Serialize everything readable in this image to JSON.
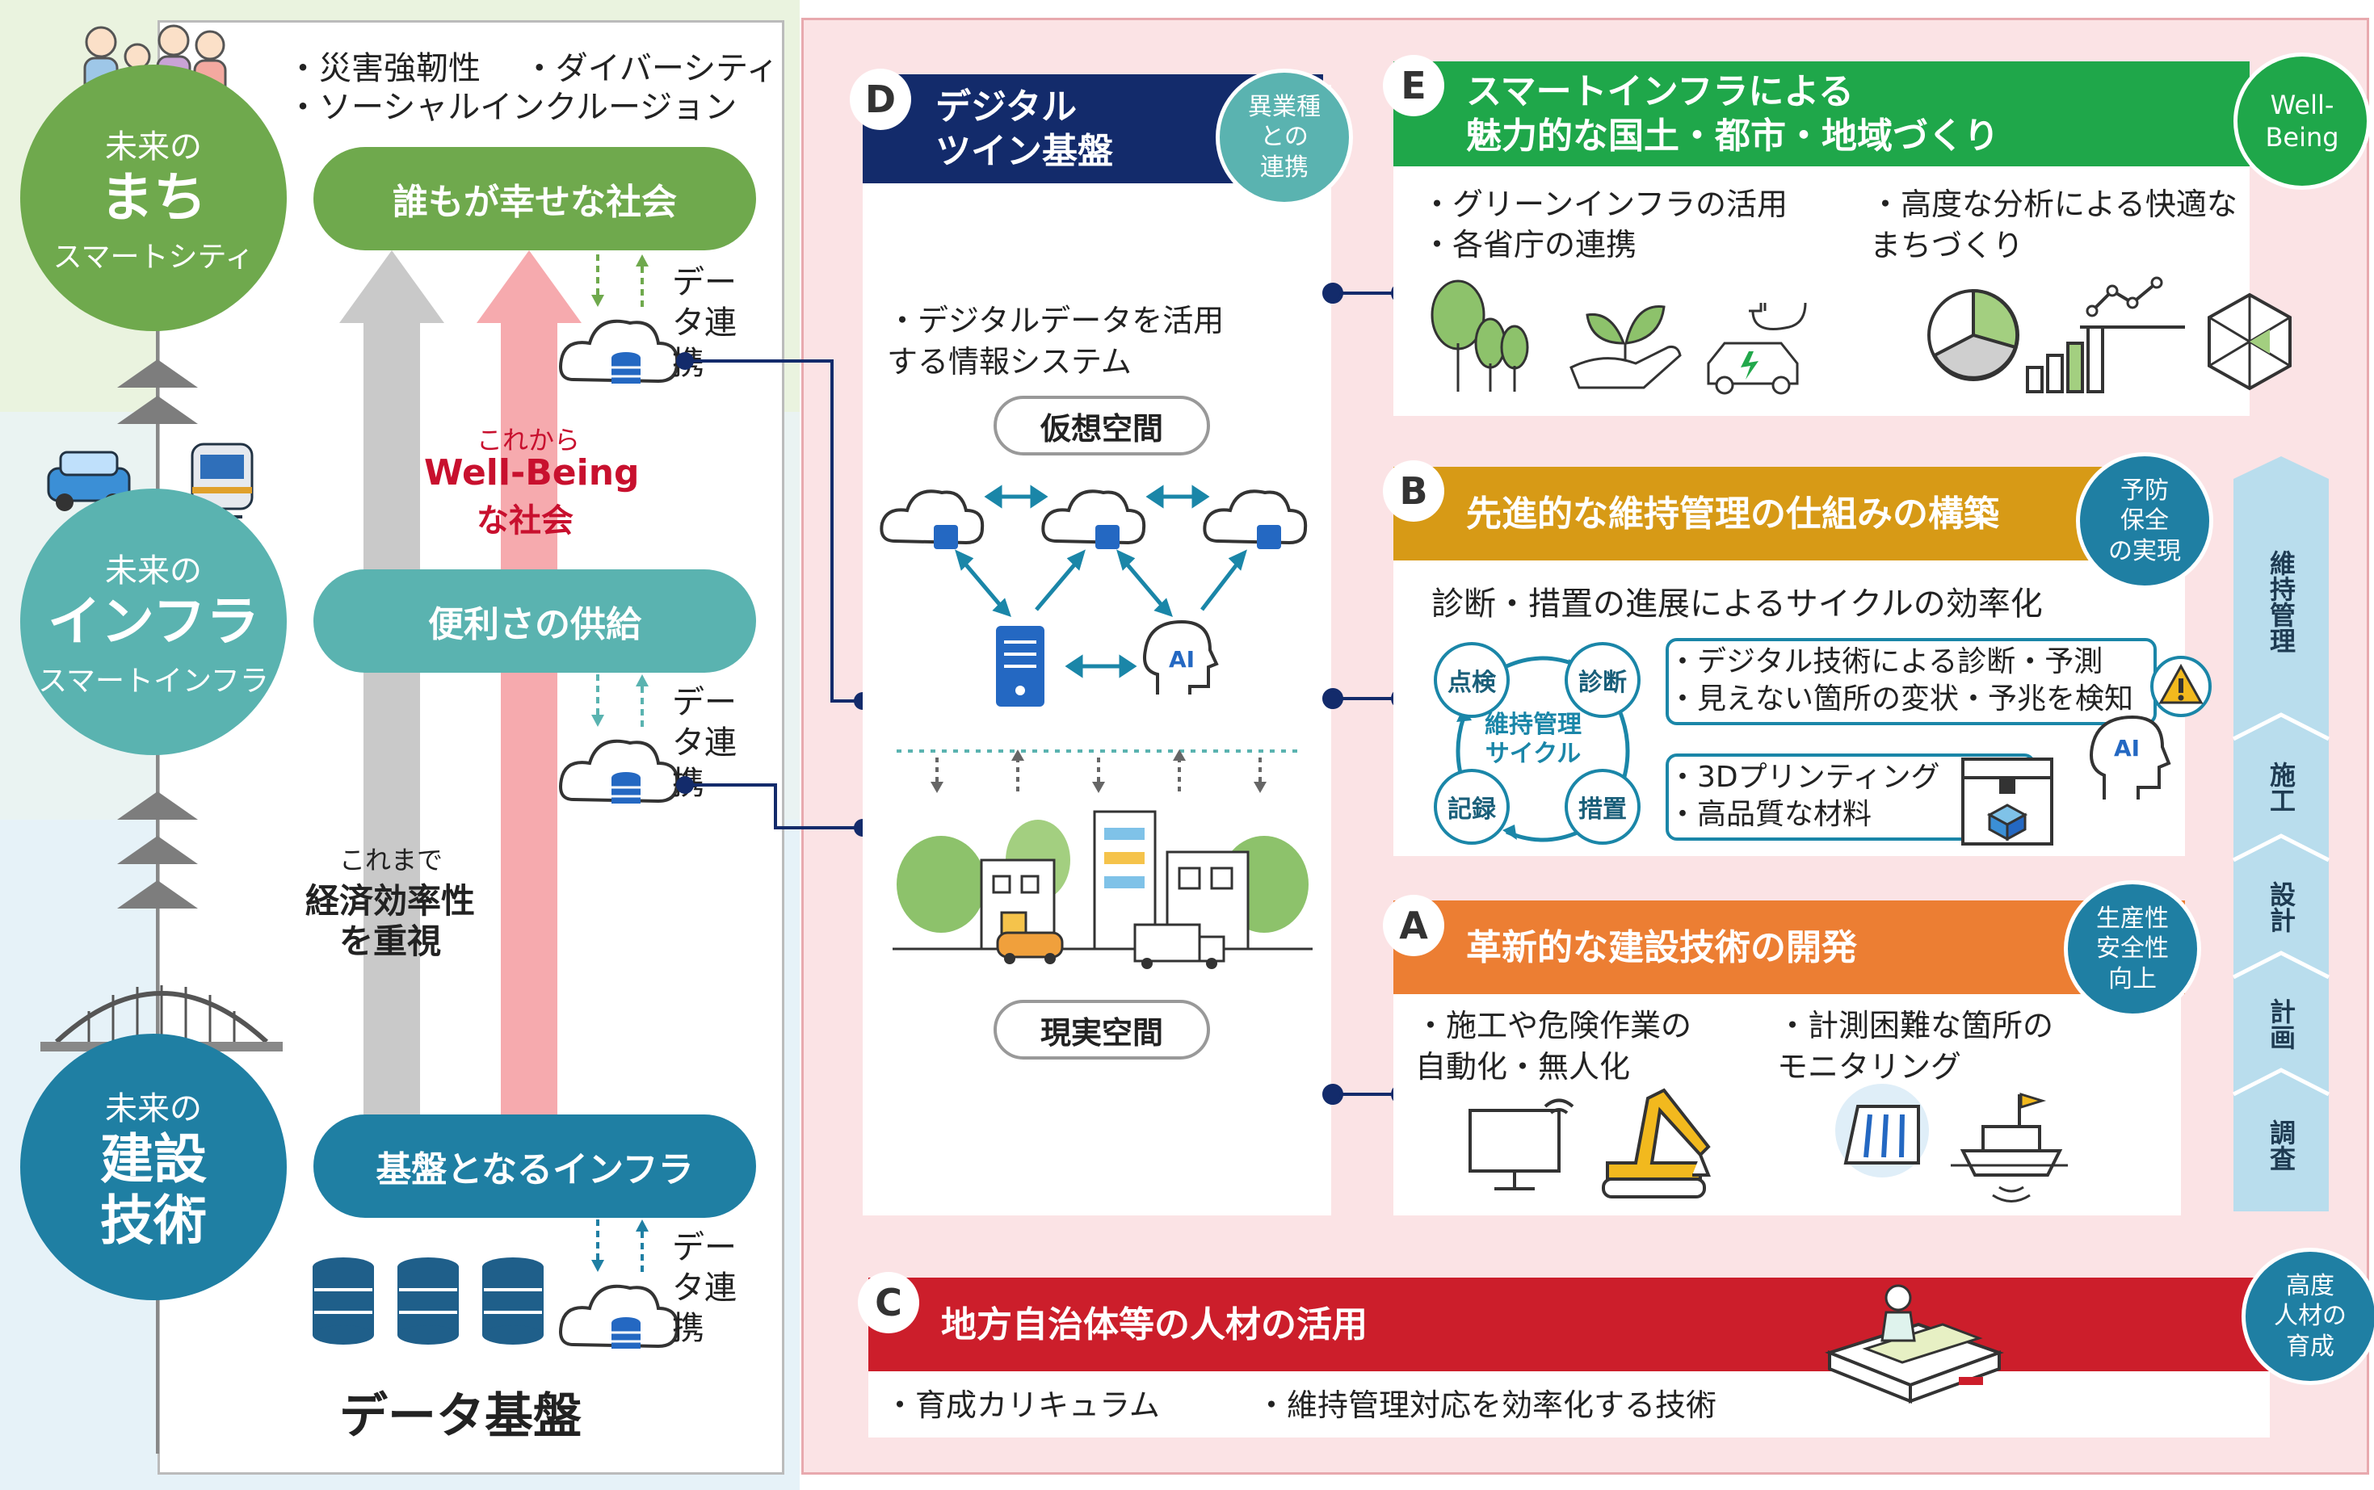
{
  "colors": {
    "green": "#6fa94d",
    "teal": "#5ab3b0",
    "blue": "#1f7fa3",
    "navy": "#132b6b",
    "e_green": "#1fa74a",
    "b_gold": "#d79a16",
    "a_orange": "#ec7e33",
    "c_red": "#cc1e2b",
    "pink_bg": "#fbe3e5"
  },
  "left": {
    "machi": {
      "line1": "未来の",
      "line2": "まち",
      "line3": "スマートシティ"
    },
    "infra": {
      "line1": "未来の",
      "line2": "インフラ",
      "line3": "スマートインフラ"
    },
    "tech": {
      "line1": "未来の",
      "line2": "建設",
      "line3": "技術"
    },
    "social_bullets": [
      "災害強靭性",
      "ダイバーシティ",
      "ソーシャルインクルージョン"
    ],
    "pill_top": "誰もが幸せな社会",
    "pill_mid": "便利さの供給",
    "pill_bottom": "基盤となるインフラ",
    "data_link": "データ連携",
    "korekara": "これから",
    "wellbeing": "Well-Being",
    "na_shakai": "な社会",
    "koremade": "これまで",
    "keizai": "経済効率性",
    "juushi": "を重視",
    "data_kiban": "データ基盤"
  },
  "d": {
    "letter": "D",
    "title": "デジタル\nツイン基盤",
    "tag": "異業種\nとの\n連携",
    "bullet": "デジタルデータを活用\nする情報システム",
    "virtual": "仮想空間",
    "real": "現実空間",
    "ai": "AI"
  },
  "e": {
    "letter": "E",
    "title": "スマートインフラによる\n魅力的な国土・都市・地域づくり",
    "tag": "Well-\nBeing",
    "b1": "グリーンインフラの活用",
    "b2": "各省庁の連携",
    "b3": "高度な分析による快適な\nまちづくり"
  },
  "b": {
    "letter": "B",
    "title": "先進的な維持管理の仕組みの構築",
    "tag": "予防\n保全\nの実現",
    "subtitle": "診断・措置の進展によるサイクルの効率化",
    "cycle": {
      "tenken": "点検",
      "shindan": "診断",
      "sochi": "措置",
      "kiroku": "記録",
      "center": "維持管理\nサイクル"
    },
    "b1": "デジタル技術による診断・予測",
    "b2": "見えない箇所の変状・予兆を検知",
    "b3": "3Dプリンティング",
    "b4": "高品質な材料",
    "ai": "AI"
  },
  "a": {
    "letter": "A",
    "title": "革新的な建設技術の開発",
    "tag": "生産性\n安全性\n向上",
    "b1": "施工や危険作業の\n自動化・無人化",
    "b2": "計測困難な箇所の\nモニタリング"
  },
  "c": {
    "letter": "C",
    "title": "地方自治体等の人材の活用",
    "tag": "高度\n人材の\n育成",
    "b1": "育成カリキュラム",
    "b2": "維持管理対応を効率化する技術"
  },
  "steps": [
    "維持管理",
    "施工",
    "設計",
    "計画",
    "調査"
  ]
}
